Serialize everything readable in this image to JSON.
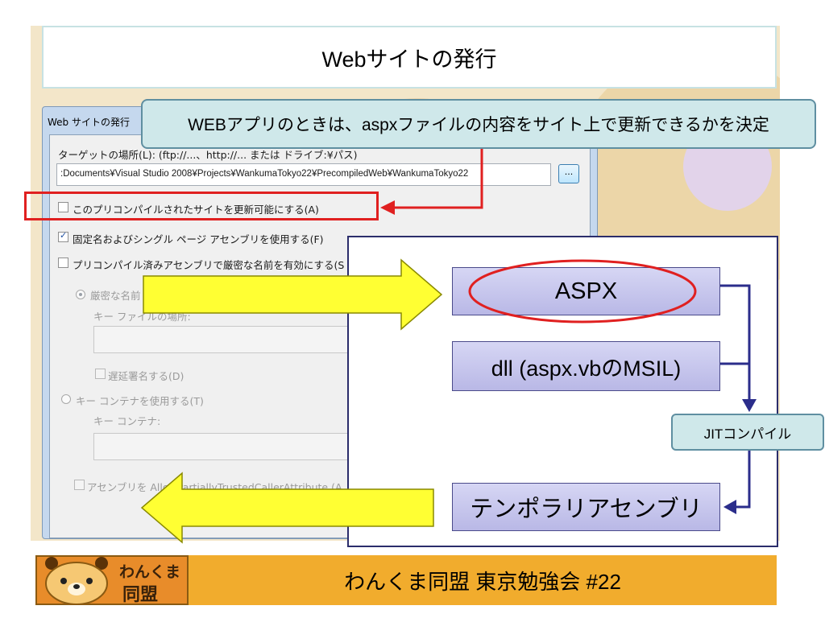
{
  "slide": {
    "title": "Webサイトの発行",
    "callout": "WEBアプリのときは、aspxファイルの内容をサイト上で更新できるかを決定"
  },
  "dialog": {
    "title": "Web サイトの発行",
    "target_label": "ターゲットの場所(L): (ftp://...、http://... または ドライブ:¥パス)",
    "target_path": ":Documents¥Visual Studio 2008¥Projects¥WankumaTokyo22¥PrecompiledWeb¥WankumaTokyo22",
    "browse_label": "...",
    "opt_updatable": "このプリコンパイルされたサイトを更新可能にする(A)",
    "opt_fixed_names": "固定名およびシングル ページ アセンブリを使用する(F)",
    "opt_strong_names": "プリコンパイル済みアセンブリで厳密な名前を有効にする(S",
    "radio_keyfile": "厳密な名前",
    "keyfile_location": "キー ファイルの場所:",
    "delay_sign": "遅延署名する(D)",
    "radio_container": "キー コンテナを使用する(T)",
    "key_container": "キー コンテナ:",
    "allow_partial": "アセンブリを AllowPartiallyTrustedCallerAttribute (A"
  },
  "diagram": {
    "aspx": "ASPX",
    "dll": "dll (aspx.vbのMSIL)",
    "jit": "JITコンパイル",
    "temp_assembly": "テンポラリアセンブリ"
  },
  "footer": {
    "logo_line1": "わんくま",
    "logo_line2": "同盟",
    "title": "わんくま同盟 東京勉強会 #22"
  },
  "colors": {
    "accent_red": "#e02020",
    "arrow_yellow": "#ffff33",
    "flow_line": "#2b2d8b",
    "footer_orange": "#f1ac2d"
  }
}
